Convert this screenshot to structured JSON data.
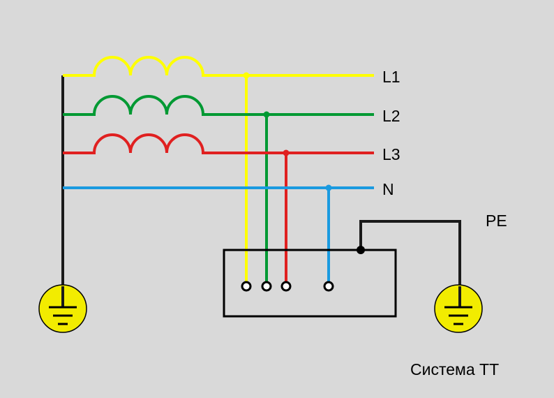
{
  "labels": {
    "l1": "L1",
    "l2": "L2",
    "l3": "L3",
    "n": "N",
    "pe": "PE",
    "system": "Система ТТ"
  },
  "colors": {
    "background": "#d9d9d9",
    "l1": "#ffff00",
    "l2": "#009933",
    "l3": "#e02020",
    "n": "#1a9ae0",
    "earth_conductor": "#1a1a1a",
    "earth_symbol": "#f2ec00"
  }
}
